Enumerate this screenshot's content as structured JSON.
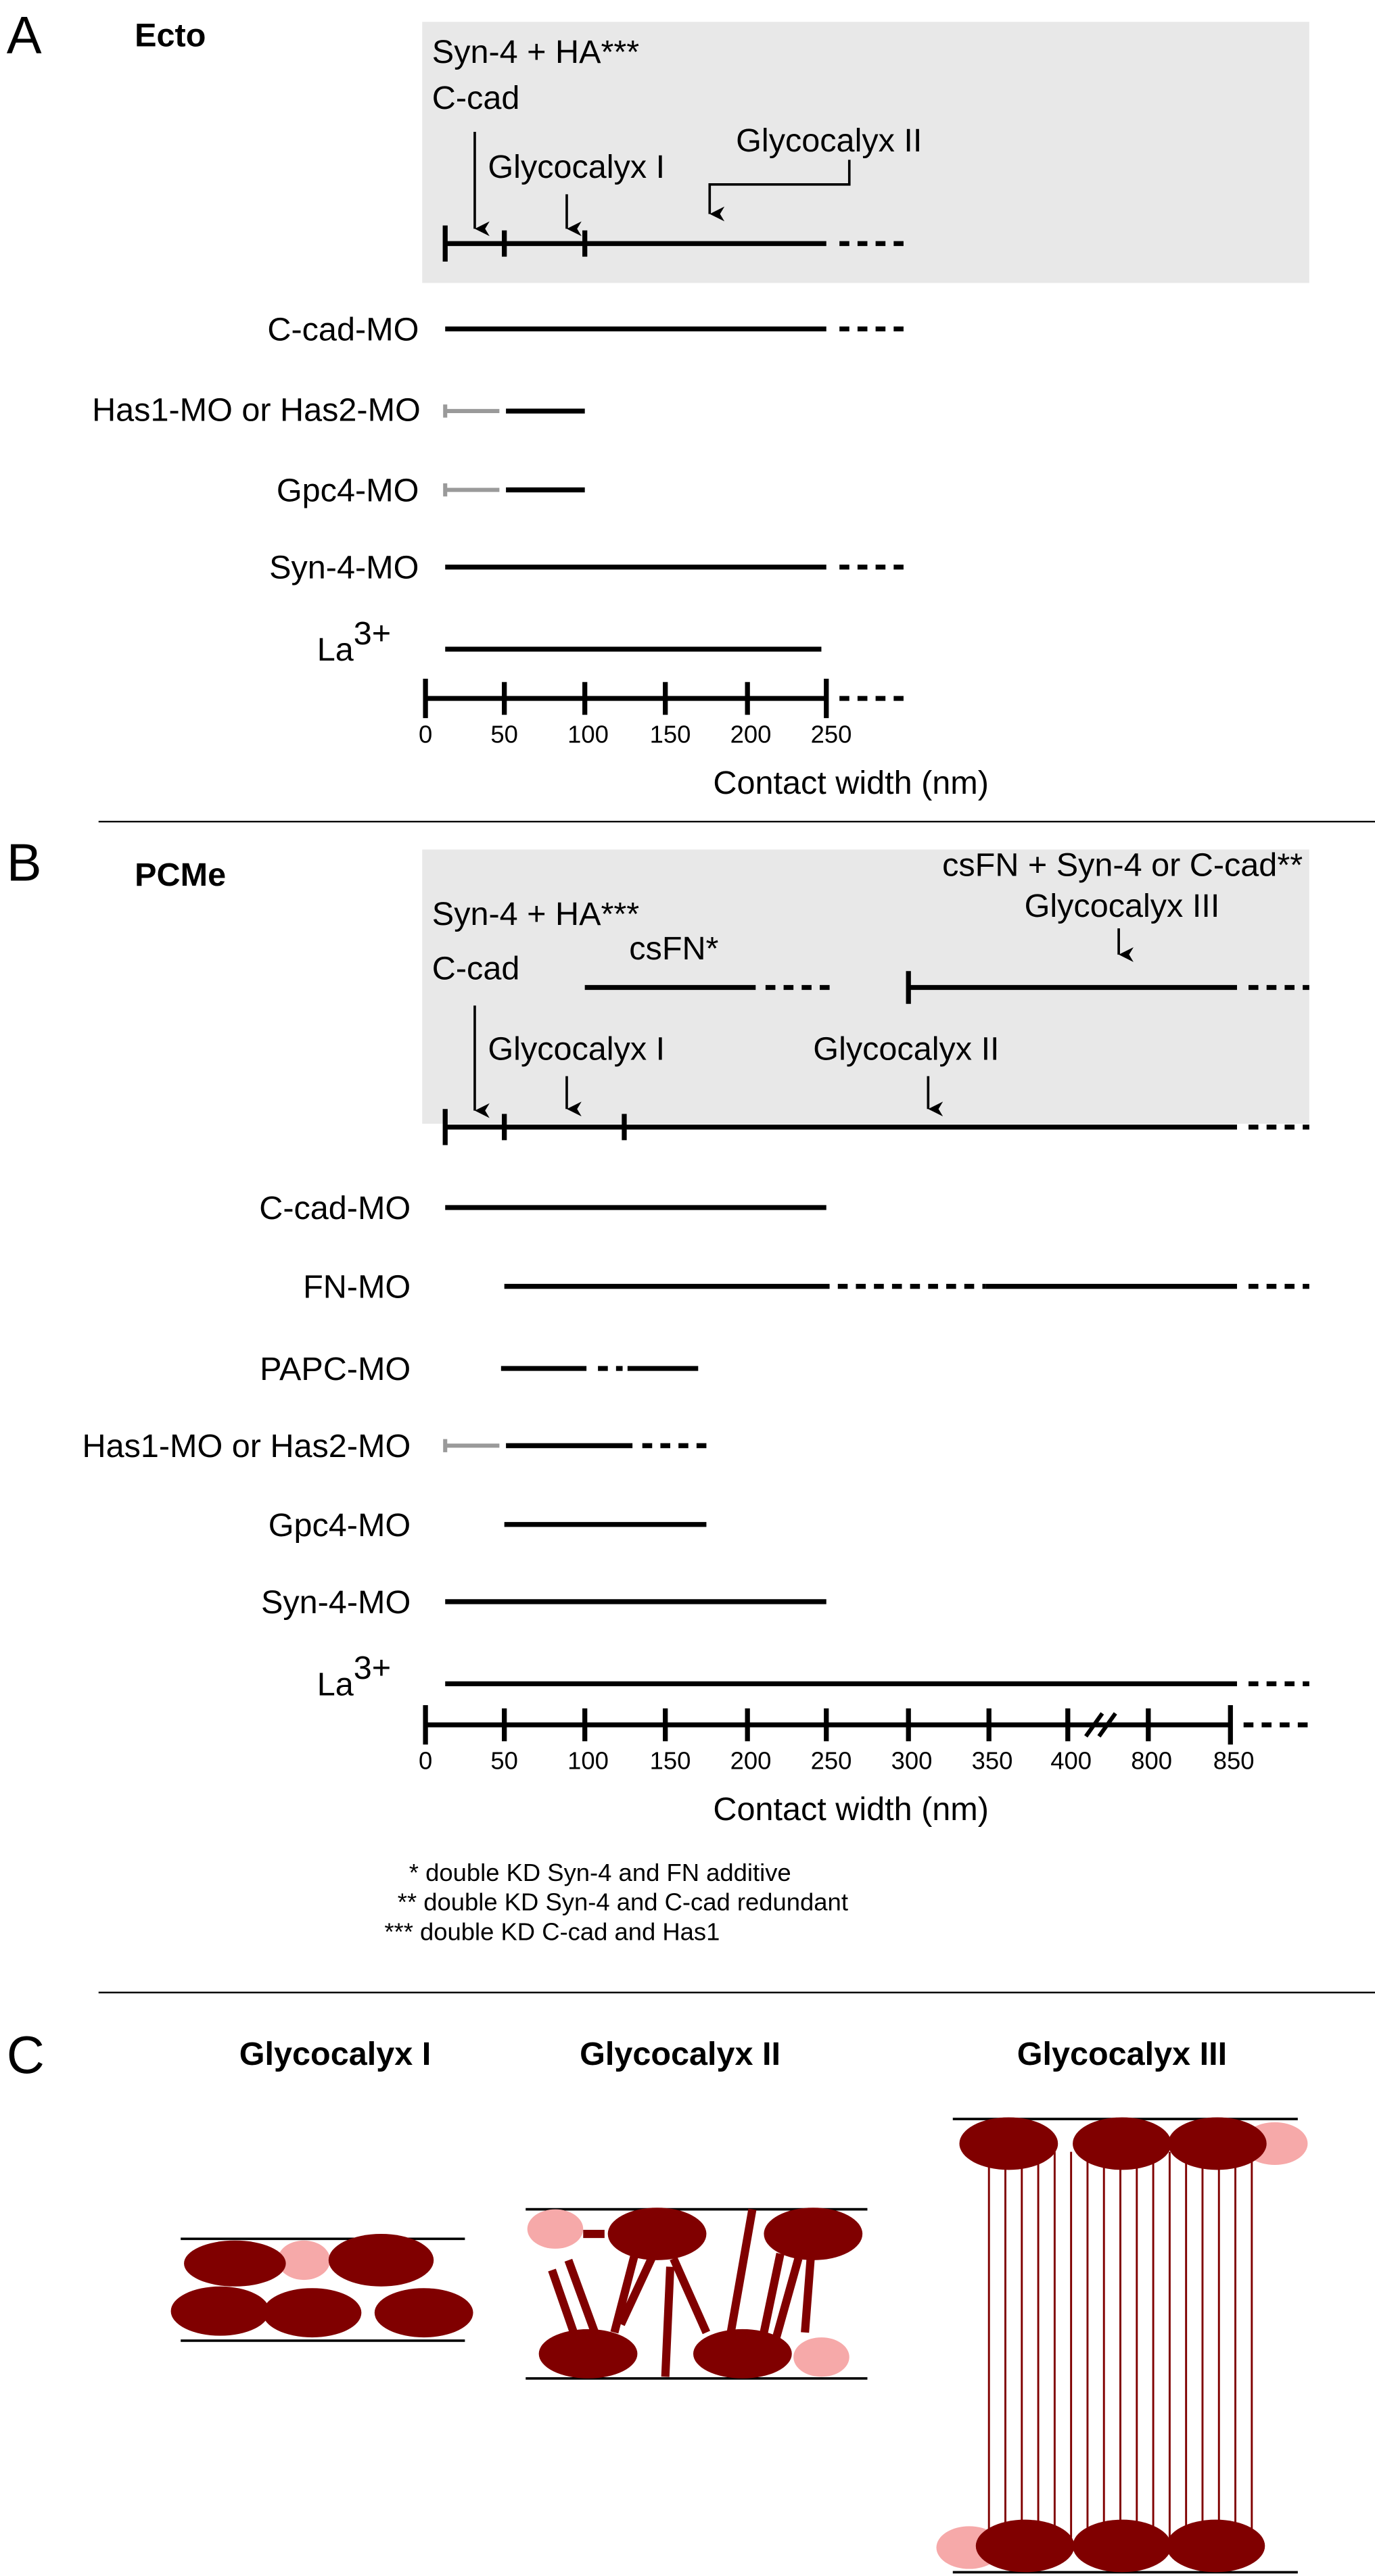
{
  "panelA": {
    "letter": "A",
    "title": "Ecto",
    "box": {
      "top1": "Syn-4 + HA***",
      "top2": "C-cad",
      "g1": "Glycocalyx I",
      "g2": "Glycocalyx II"
    },
    "rows": [
      "C-cad-MO",
      "Has1-MO or Has2-MO",
      "Gpc4-MO",
      "Syn-4-MO",
      "La",
      "3+"
    ],
    "ticks": [
      "0",
      "50",
      "100",
      "150",
      "200",
      "250"
    ],
    "xlabel": "Contact width (nm)"
  },
  "panelB": {
    "letter": "B",
    "title": "PCMe",
    "box": {
      "right1": "csFN + Syn-4 or C-cad**",
      "g3": "Glycocalyx III",
      "top1": "Syn-4 + HA***",
      "top2": "C-cad",
      "csfn": "csFN*",
      "g1": "Glycocalyx I",
      "g2": "Glycocalyx II"
    },
    "rows": [
      "C-cad-MO",
      "FN-MO",
      "PAPC-MO",
      "Has1-MO or Has2-MO",
      "Gpc4-MO",
      "Syn-4-MO",
      "La",
      "3+"
    ],
    "ticks": [
      "0",
      "50",
      "100",
      "150",
      "200",
      "250",
      "300",
      "350",
      "400",
      "800",
      "850"
    ],
    "xlabel": "Contact width (nm)",
    "footnotes": [
      "* double KD Syn-4 and FN additive",
      "** double KD Syn-4 and C-cad redundant",
      "*** double KD C-cad and Has1"
    ]
  },
  "panelC": {
    "letter": "C",
    "titles": [
      "Glycocalyx I",
      "Glycocalyx II",
      "Glycocalyx III"
    ]
  },
  "colors": {
    "dark": "#800000",
    "light": "#f6a9a9",
    "box": "#e8e8e8",
    "knockdown_gray": "#9a9a9a"
  }
}
